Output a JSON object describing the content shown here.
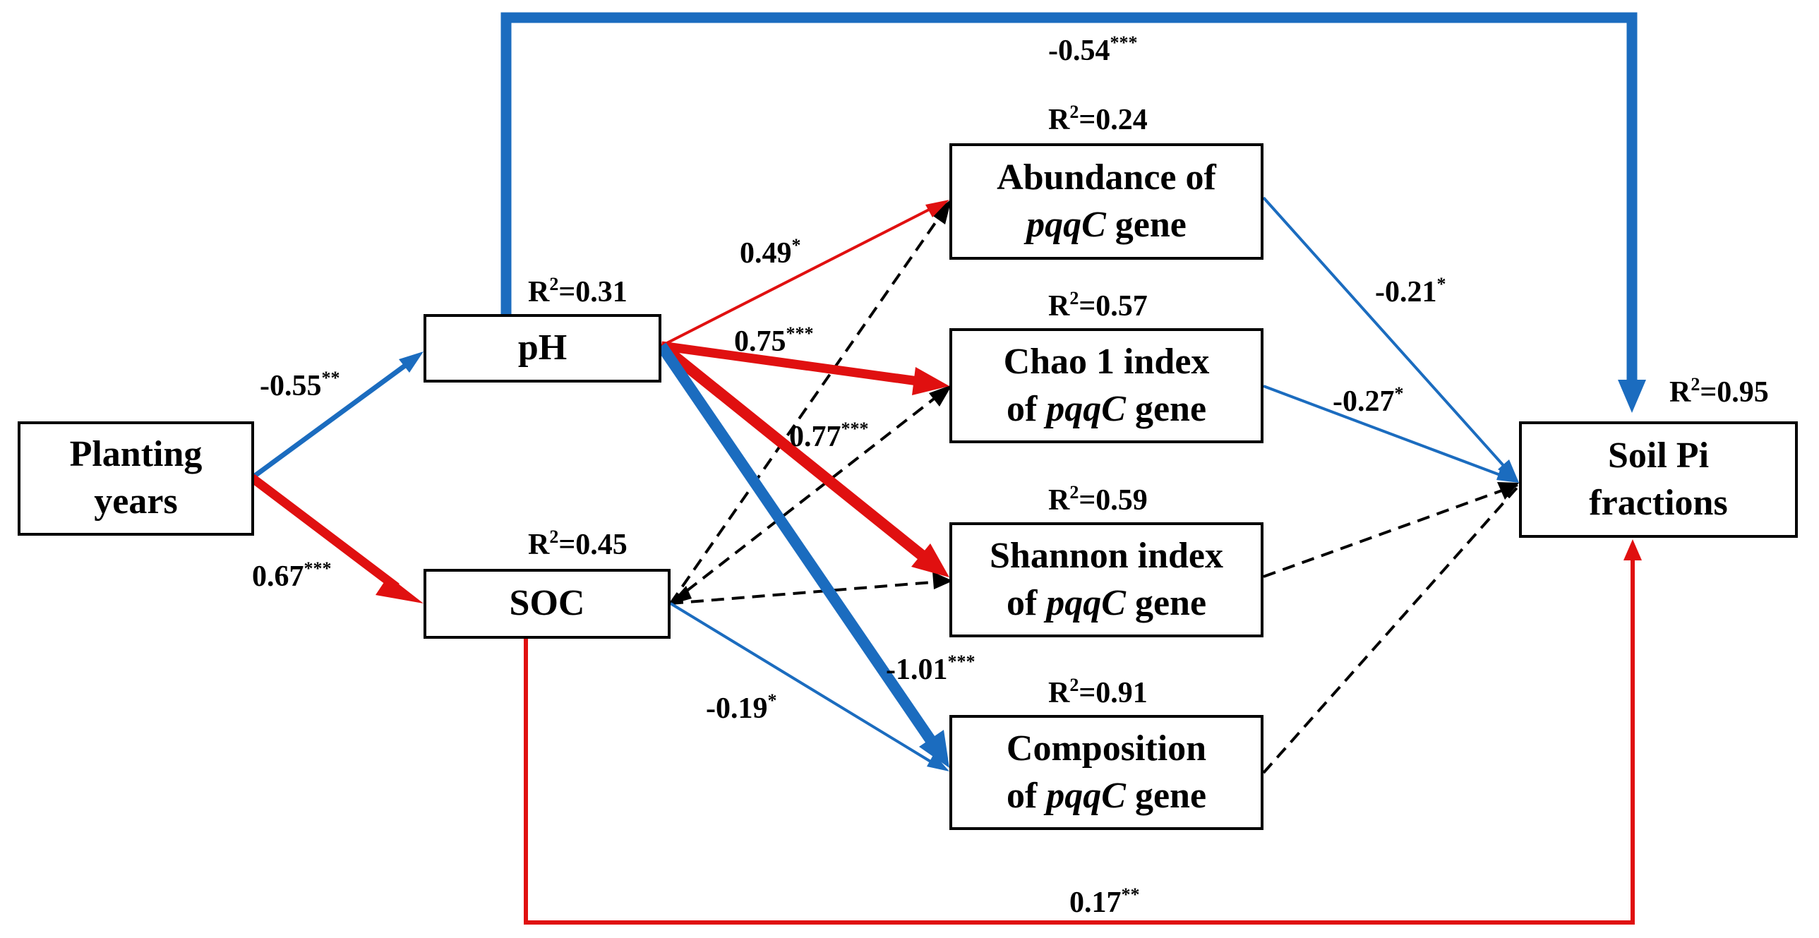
{
  "colors": {
    "negative": "#1b6cbf",
    "positive": "#e01010",
    "nonsignificant": "#000000"
  },
  "nodes": {
    "planting": {
      "line1": "Planting",
      "line2": "years"
    },
    "ph": {
      "label": "pH",
      "r2_lead": "R",
      "r2_sup": "2",
      "r2_value": "=0.31"
    },
    "soc": {
      "label": "SOC",
      "r2_lead": "R",
      "r2_sup": "2",
      "r2_value": "=0.45"
    },
    "abundance": {
      "line1": "Abundance of",
      "line2_italic": "pqqC",
      "line2_rest": " gene",
      "r2_lead": "R",
      "r2_sup": "2",
      "r2_value": "=0.24"
    },
    "chao": {
      "line1": "Chao 1 index",
      "line2_pre": "of ",
      "line2_italic": "pqqC",
      "line2_rest": " gene",
      "r2_lead": "R",
      "r2_sup": "2",
      "r2_value": "=0.57"
    },
    "shannon": {
      "line1": "Shannon index",
      "line2_pre": "of ",
      "line2_italic": "pqqC",
      "line2_rest": " gene",
      "r2_lead": "R",
      "r2_sup": "2",
      "r2_value": "=0.59"
    },
    "composition": {
      "line1": "Composition",
      "line2_pre": "of ",
      "line2_italic": "pqqC",
      "line2_rest": " gene",
      "r2_lead": "R",
      "r2_sup": "2",
      "r2_value": "=0.91"
    },
    "soilpi": {
      "line1": "Soil Pi",
      "line2": "fractions",
      "r2_lead": "R",
      "r2_sup": "2",
      "r2_value": "=0.95"
    }
  },
  "paths": [
    {
      "id": "planting-ph",
      "value": "-0.55",
      "sig": "**",
      "sign": "negative"
    },
    {
      "id": "planting-soc",
      "value": "0.67",
      "sig": "***",
      "sign": "positive"
    },
    {
      "id": "ph-soilpi",
      "value": "-0.54",
      "sig": "***",
      "sign": "negative"
    },
    {
      "id": "ph-abundance",
      "value": "0.49",
      "sig": "*",
      "sign": "positive"
    },
    {
      "id": "ph-chao",
      "value": "0.75",
      "sig": "***",
      "sign": "positive"
    },
    {
      "id": "ph-shannon",
      "value": "0.77",
      "sig": "***",
      "sign": "positive"
    },
    {
      "id": "ph-composition",
      "value": "-1.01",
      "sig": "***",
      "sign": "negative"
    },
    {
      "id": "soc-composition",
      "value": "-0.19",
      "sig": "*",
      "sign": "negative"
    },
    {
      "id": "soc-soilpi",
      "value": "0.17",
      "sig": "**",
      "sign": "positive"
    },
    {
      "id": "abundance-soilpi",
      "value": "-0.21",
      "sig": "*",
      "sign": "negative"
    },
    {
      "id": "chao-soilpi",
      "value": "-0.27",
      "sig": "*",
      "sign": "negative"
    },
    {
      "id": "soc-abundance",
      "value": "",
      "sig": "",
      "sign": "nonsignificant"
    },
    {
      "id": "soc-chao",
      "value": "",
      "sig": "",
      "sign": "nonsignificant"
    },
    {
      "id": "soc-shannon",
      "value": "",
      "sig": "",
      "sign": "nonsignificant"
    },
    {
      "id": "shannon-soilpi",
      "value": "",
      "sig": "",
      "sign": "nonsignificant"
    },
    {
      "id": "composition-soilpi",
      "value": "",
      "sig": "",
      "sign": "nonsignificant"
    }
  ]
}
